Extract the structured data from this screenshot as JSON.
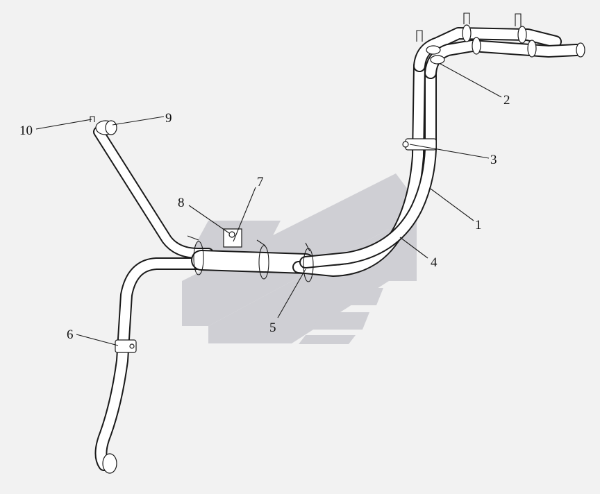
{
  "callouts": [
    {
      "id": "1",
      "label": "1"
    },
    {
      "id": "2",
      "label": "2"
    },
    {
      "id": "3",
      "label": "3"
    },
    {
      "id": "4",
      "label": "4"
    },
    {
      "id": "5",
      "label": "5"
    },
    {
      "id": "6",
      "label": "6"
    },
    {
      "id": "7",
      "label": "7"
    },
    {
      "id": "8",
      "label": "8"
    },
    {
      "id": "9",
      "label": "9"
    },
    {
      "id": "10",
      "label": "10"
    }
  ],
  "colors": {
    "background": "#f2f2f2",
    "line": "#1a1a1a",
    "pipe": "#ffffff",
    "watermark": "#cfcfd4"
  }
}
